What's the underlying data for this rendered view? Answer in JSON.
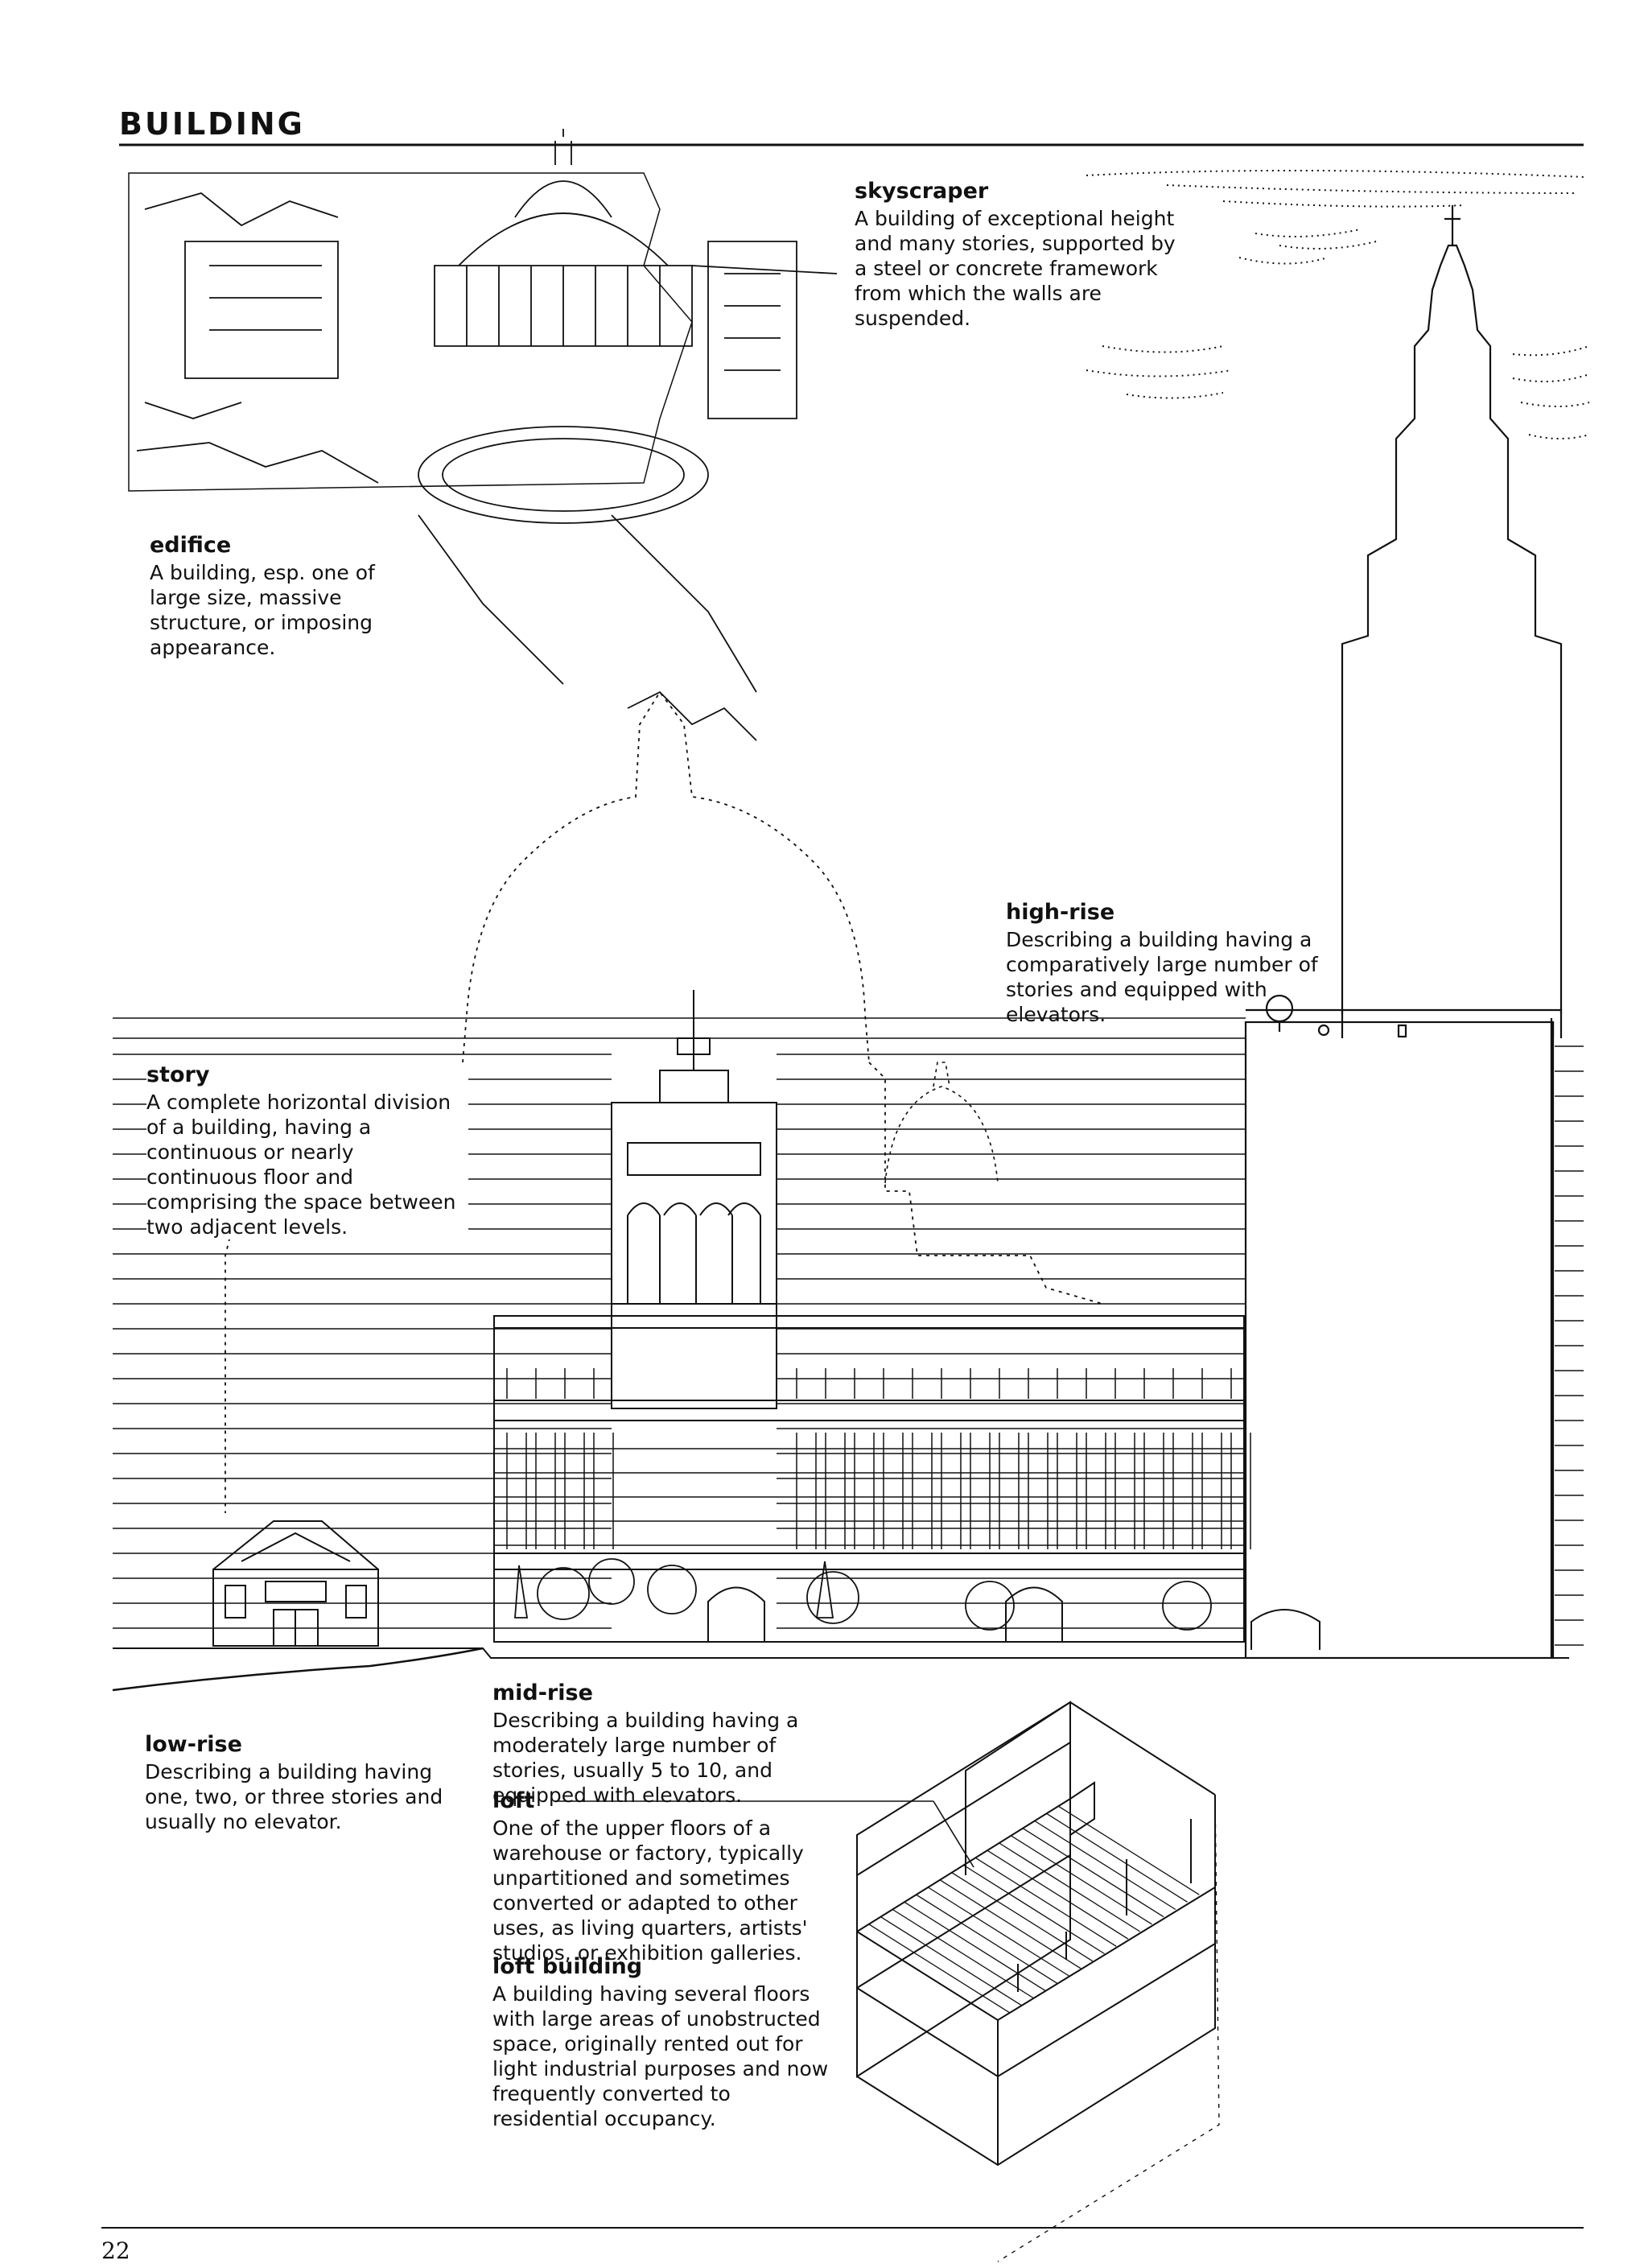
{
  "page": {
    "title": "BUILDING",
    "page_number": "22"
  },
  "terms": {
    "edifice": {
      "name": "edifice",
      "definition": "A building, esp. one of large size, massive structure, or imposing appearance."
    },
    "skyscraper": {
      "name": "skyscraper",
      "definition": "A building of exceptional height and many stories, supported by a steel or concrete framework from which the walls are suspended."
    },
    "high_rise": {
      "name": "high-rise",
      "definition": "Describing a building having a comparatively large number of stories and equipped with elevators."
    },
    "story": {
      "name": "story",
      "definition": "A complete horizontal division of a building, having a continuous or nearly continuous floor and comprising the space between two adjacent levels."
    },
    "mid_rise": {
      "name": "mid-rise",
      "definition": "Describing a building having a moderately large number of stories, usually 5 to 10, and equipped with elevators."
    },
    "low_rise": {
      "name": "low-rise",
      "definition": "Describing a building having one, two, or three stories and usually no elevator."
    },
    "loft": {
      "name": "loft",
      "definition": "One of the upper floors of a warehouse or factory, typically unpartitioned and sometimes converted or adapted to other uses, as living quarters, artists' studios, or exhibition galleries."
    },
    "loft_building": {
      "name": "loft building",
      "definition": "A building having several floors with large areas of unobstructed space, originally rented out for light industrial purposes and now frequently converted to residential occupancy."
    }
  }
}
